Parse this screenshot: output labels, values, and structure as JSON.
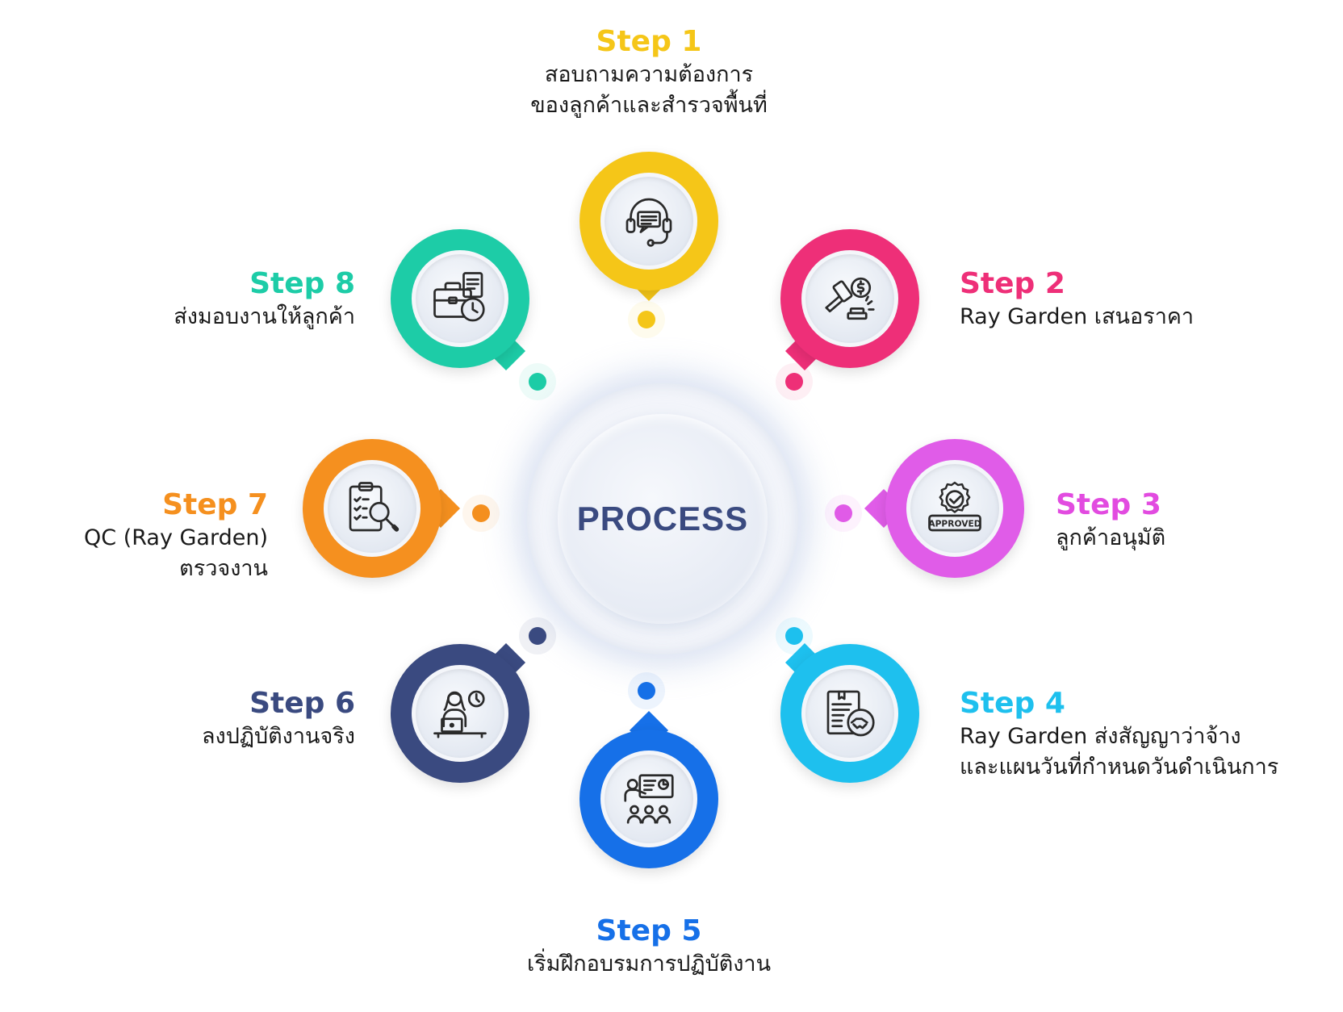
{
  "center": {
    "title": "PROCESS"
  },
  "steps": [
    {
      "title": "Step 1",
      "lines": [
        "สอบถามความต้องการ",
        "ของลูกค้าและสำรวจพื้นที่"
      ],
      "color": "#f5c618",
      "icon": "headset-chat-icon"
    },
    {
      "title": "Step 2",
      "lines": [
        "Ray Garden เสนอราคา"
      ],
      "color": "#ee2f78",
      "icon": "auction-gavel-dollar-icon"
    },
    {
      "title": "Step 3",
      "lines": [
        "ลูกค้าอนุมัติ"
      ],
      "color": "#e05ce8",
      "icon": "approved-stamp-icon",
      "stamp_text": "APPROVED"
    },
    {
      "title": "Step 4",
      "lines": [
        "Ray Garden ส่งสัญญาว่าจ้าง",
        "และแผนวันที่กำหนดวันดำเนินการ"
      ],
      "color": "#1ec0ee",
      "icon": "contract-handshake-icon"
    },
    {
      "title": "Step 5",
      "lines": [
        "เริ่มฝึกอบรมการปฏิบัติงาน"
      ],
      "color": "#1670e8",
      "icon": "training-presentation-icon"
    },
    {
      "title": "Step 6",
      "lines": [
        "ลงปฏิบัติงานจริง"
      ],
      "color": "#3a4a80",
      "icon": "person-laptop-clock-icon"
    },
    {
      "title": "Step 7",
      "lines": [
        "QC (Ray Garden)",
        "ตรวจงาน"
      ],
      "color": "#f5901f",
      "icon": "clipboard-magnifier-icon"
    },
    {
      "title": "Step 8",
      "lines": [
        "ส่งมอบงานให้ลูกค้า"
      ],
      "color": "#1dcca7",
      "icon": "briefcase-clock-icon"
    }
  ]
}
